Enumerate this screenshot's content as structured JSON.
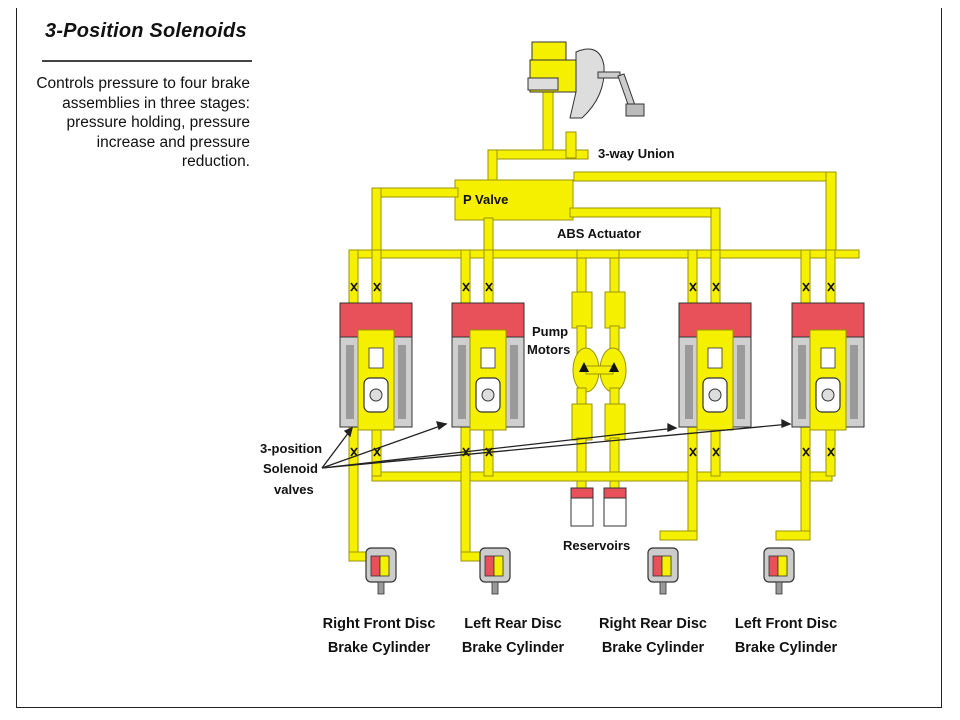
{
  "heading": "3-Position Solenoids",
  "description": "Controls pressure to four brake assemblies in three stages: pressure holding, pressure increase and pressure reduction.",
  "labels": {
    "union": "3-way Union",
    "pvalve": "P Valve",
    "abs": "ABS Actuator",
    "pump_line1": "Pump",
    "pump_line2": "Motors",
    "solenoid_line1": "3-position",
    "solenoid_line2": "Solenoid",
    "solenoid_line3": "valves",
    "reservoirs": "Reservoirs"
  },
  "brakes": [
    {
      "line1": "Right Front Disc",
      "line2": "Brake Cylinder"
    },
    {
      "line1": "Left Rear Disc",
      "line2": "Brake Cylinder"
    },
    {
      "line1": "Right Rear Disc",
      "line2": "Brake Cylinder"
    },
    {
      "line1": "Left Front Disc",
      "line2": "Brake Cylinder"
    }
  ],
  "colors": {
    "pipe": "#f5f000",
    "pipe_edge": "#9a9400",
    "solenoid_red": "#e8505a",
    "solenoid_body": "#cfcfcf",
    "outline": "#333333"
  }
}
